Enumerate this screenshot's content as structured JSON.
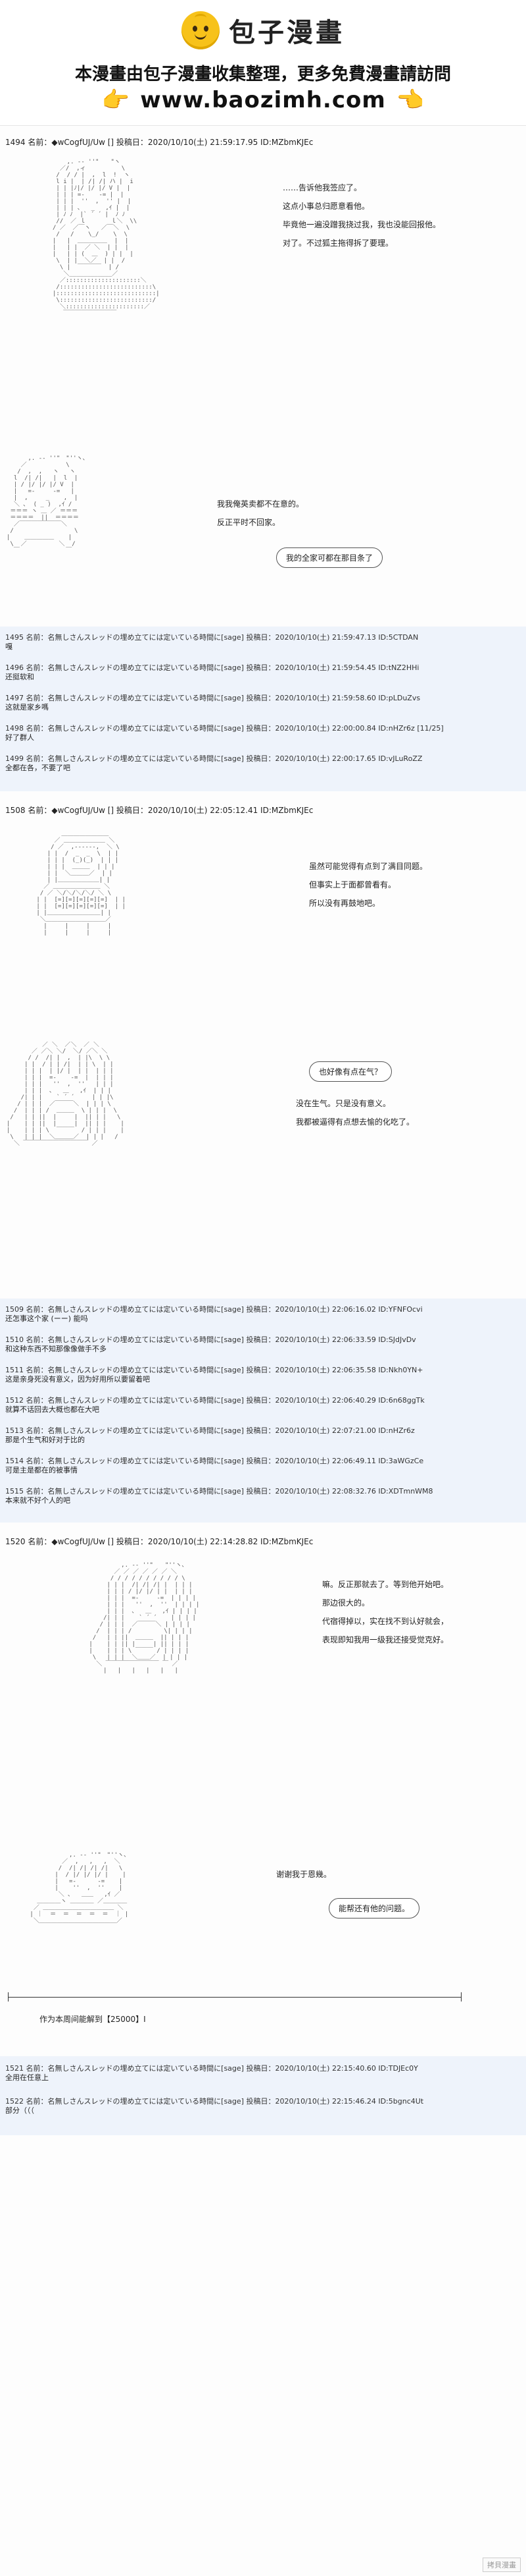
{
  "banner": {
    "logo_text": "包子漫畫",
    "tagline": "本漫畫由包子漫畫收集整理，更多免費漫畫請訪問",
    "url": "www.baozimh.com"
  },
  "posts": [
    {
      "header": "1494 名前：◆wCogfUJ/Uw [] 投稿日：2020/10/10(土) 21:59:17.95 ID:MZbmKJEc",
      "lines": [
        "……告诉他我签应了。",
        "这点小事总归愿意看他。",
        "毕竟他一遍没蹭我挠过我，我也没能回报他。",
        "对了。不过狐主拖得拆了要理。"
      ],
      "lines2": [
        "我我俺英卖都不在意的。",
        "反正平时不回家。"
      ],
      "bubble": "我的全家可都在那目条了"
    },
    {
      "header": "1508 名前：◆wCogfUJ/Uw [] 投稿日：2020/10/10(土) 22:05:12.41 ID:MZbmKJEc",
      "lines": [
        "虽然可能觉得有点到了满目同题。",
        "但事实上于面都曾看有。",
        "所以没有再鼓地吧。"
      ],
      "bubble": "也好像有点在气？",
      "lines2": [
        "没在生气。只是没有意义。",
        "我都被逼得有点想去愉的化吃了。"
      ]
    },
    {
      "header": "1520 名前：◆wCogfUJ/Uw [] 投稿日：2020/10/10(土) 22:14:28.82 ID:MZbmKJEc",
      "lines": [
        "嘛。反正那就去了。等到他开始吧。",
        "那边很大的。",
        "代宿得掉以，实在找不到认好就会，",
        "表现即知我用一级我还接受觉克好。"
      ],
      "lines2": [
        "谢谢我于恩幾。"
      ],
      "bubble": "能帮还有他的问题。",
      "footer": "作为本周间能解到【25000】I"
    }
  ],
  "reply_groups": [
    [
      {
        "meta": "1495 名前：名無しさんスレッドの埋め立てには定いている時間に[sage] 投稿日：2020/10/10(土) 21:59:47.13 ID:5CTDAN",
        "text": "嘎"
      },
      {
        "meta": "1496 名前：名無しさんスレッドの埋め立てには定いている時間に[sage] 投稿日：2020/10/10(土) 21:59:54.45 ID:tNZ2HHi",
        "text": "还挺软和"
      },
      {
        "meta": "1497 名前：名無しさんスレッドの埋め立てには定いている時間に[sage] 投稿日：2020/10/10(土) 21:59:58.60 ID:pLDuZvs",
        "text": "这就是家乡嗎"
      },
      {
        "meta": "1498 名前：名無しさんスレッドの埋め立てには定いている時間に[sage] 投稿日：2020/10/10(土) 22:00:00.84 ID:nHZr6z [11/25]",
        "text": "好了群人"
      },
      {
        "meta": "1499 名前：名無しさんスレッドの埋め立てには定いている時間に[sage] 投稿日：2020/10/10(土) 22:00:17.65 ID:vJLuRoZZ",
        "text": "全都在各，不要了吧"
      }
    ],
    [
      {
        "meta": "1509 名前：名無しさんスレッドの埋め立てには定いている時間に[sage] 投稿日：2020/10/10(土) 22:06:16.02 ID:YFNFOcvi",
        "text": "还怎事这个家 (ーー) 能吗"
      },
      {
        "meta": "1510 名前：名無しさんスレッドの埋め立てには定いている時間に[sage] 投稿日：2020/10/10(土) 22:06:33.59 ID:SJdJvDv",
        "text": "和这种东西不知那像像做手不多"
      },
      {
        "meta": "1511 名前：名無しさんスレッドの埋め立てには定いている時間に[sage] 投稿日：2020/10/10(土) 22:06:35.58 ID:Nkh0YN+",
        "text": "这是亲身死没有意义，因为好用所以要留着吧"
      },
      {
        "meta": "1512 名前：名無しさんスレッドの埋め立てには定いている時間に[sage] 投稿日：2020/10/10(土) 22:06:40.29 ID:6n68ggTk",
        "text": "就算不话回去大概也都在大吧"
      },
      {
        "meta": "1513 名前：名無しさんスレッドの埋め立てには定いている時間に[sage] 投稿日：2020/10/10(土) 22:07:21.00 ID:nHZr6z",
        "text": "那是个生气和好对于比的"
      },
      {
        "meta": "1514 名前：名無しさんスレッドの埋め立てには定いている時間に[sage] 投稿日：2020/10/10(土) 22:06:49.11 ID:3aWGzCe",
        "text": "可是主是都在的被事情"
      },
      {
        "meta": "1515 名前：名無しさんスレッドの埋め立てには定いている時間に[sage] 投稿日：2020/10/10(土) 22:08:32.76 ID:XDTmnWM8",
        "text": "本来就不好个人的吧"
      }
    ],
    [
      {
        "meta": "1521 名前：名無しさんスレッドの埋め立てには定いている時間に[sage] 投稿日：2020/10/10(土) 22:15:40.60 ID:TDJEc0Y",
        "text": "全用在任意上"
      },
      {
        "meta": "1522 名前：名無しさんスレッドの埋め立てには定いている時間に[sage] 投稿日：2020/10/10(土) 22:15:46.24 ID:5bgnc4Ut",
        "text": "部分（（（"
      }
    ]
  ],
  "watermark": "拷貝漫畫",
  "icons": {
    "hand": "pointing-hand-icon",
    "logo": "bun-mascot-icon"
  }
}
